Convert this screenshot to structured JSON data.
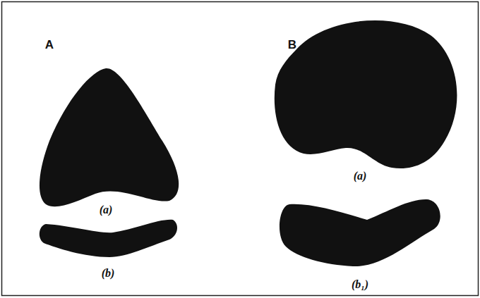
{
  "diagram": {
    "labels": [
      "A",
      "B",
      "(a)",
      "(b)",
      "(a)",
      "(b₁)"
    ]
  }
}
